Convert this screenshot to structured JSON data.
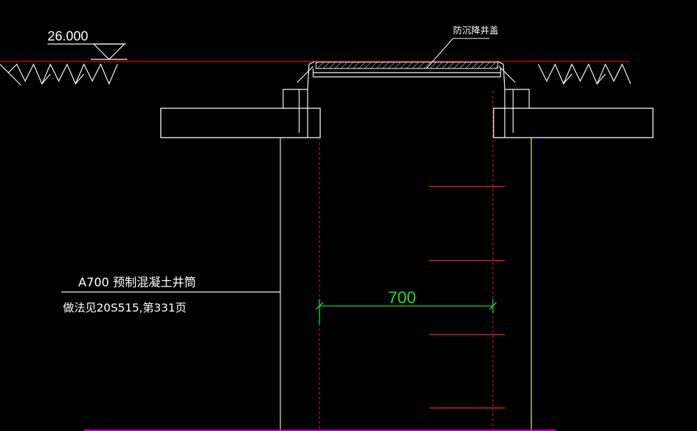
{
  "drawing": {
    "elevation_label": "26.000",
    "cover_label": "防沉降井盖",
    "pipe_label_line1": "A700 预制混凝土井筒",
    "pipe_label_line2": "做法见20S515,第331页",
    "dimension_label": "700"
  },
  "colors": {
    "background": "#000000",
    "outline": "#ffffff",
    "ground_line": "#cc0000",
    "rungs": "#ff2a2a",
    "shaft_walls": "#e6e64a",
    "dimension": "#22dd22",
    "bottom_line": "#c000c0"
  }
}
